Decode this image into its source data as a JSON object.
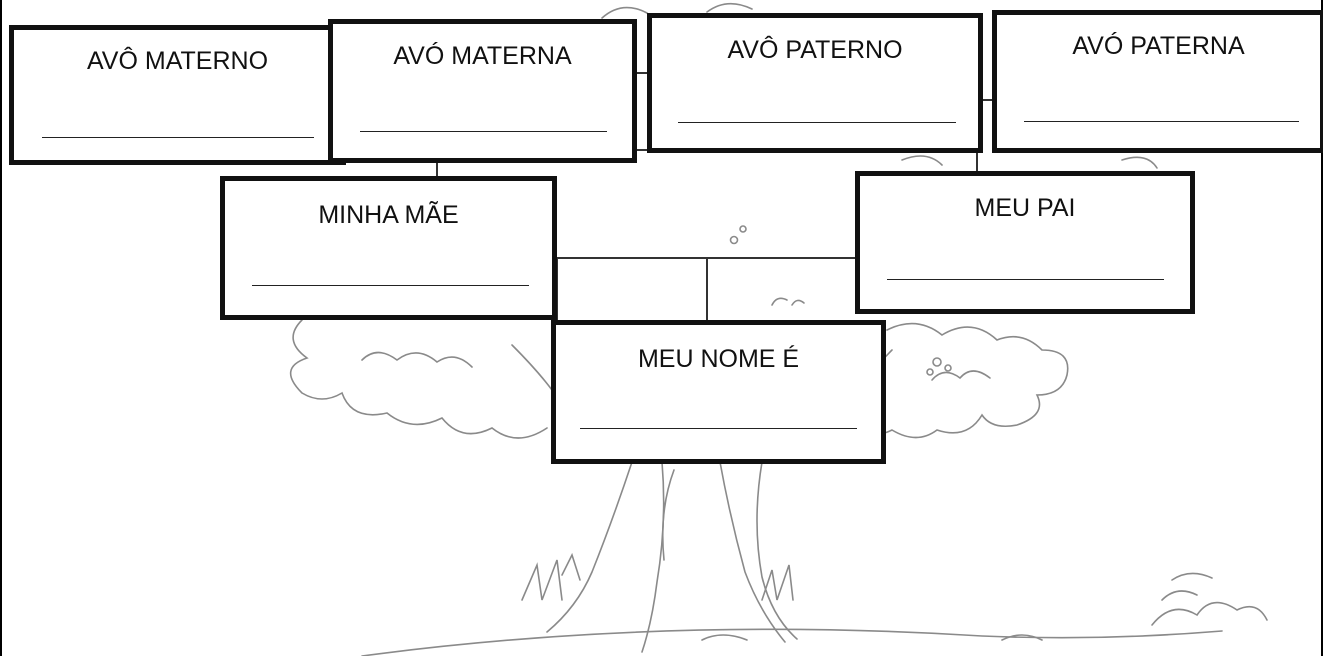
{
  "tree": {
    "avo_materno": {
      "label": "AVÔ MATERNO",
      "answer": ""
    },
    "avo_materna": {
      "label": "AVÓ MATERNA",
      "answer": ""
    },
    "avo_paterno": {
      "label": "AVÔ PATERNO",
      "answer": ""
    },
    "avo_paterna": {
      "label": "AVÓ PATERNA",
      "answer": ""
    },
    "minha_mae": {
      "label": "MINHA MÃE",
      "answer": ""
    },
    "meu_pai": {
      "label": "MEU PAI",
      "answer": ""
    },
    "meu_nome": {
      "label": "MEU NOME É",
      "answer": ""
    }
  },
  "colors": {
    "ink": "#111111",
    "sketch": "#8a8a8a",
    "background": "#ffffff"
  }
}
